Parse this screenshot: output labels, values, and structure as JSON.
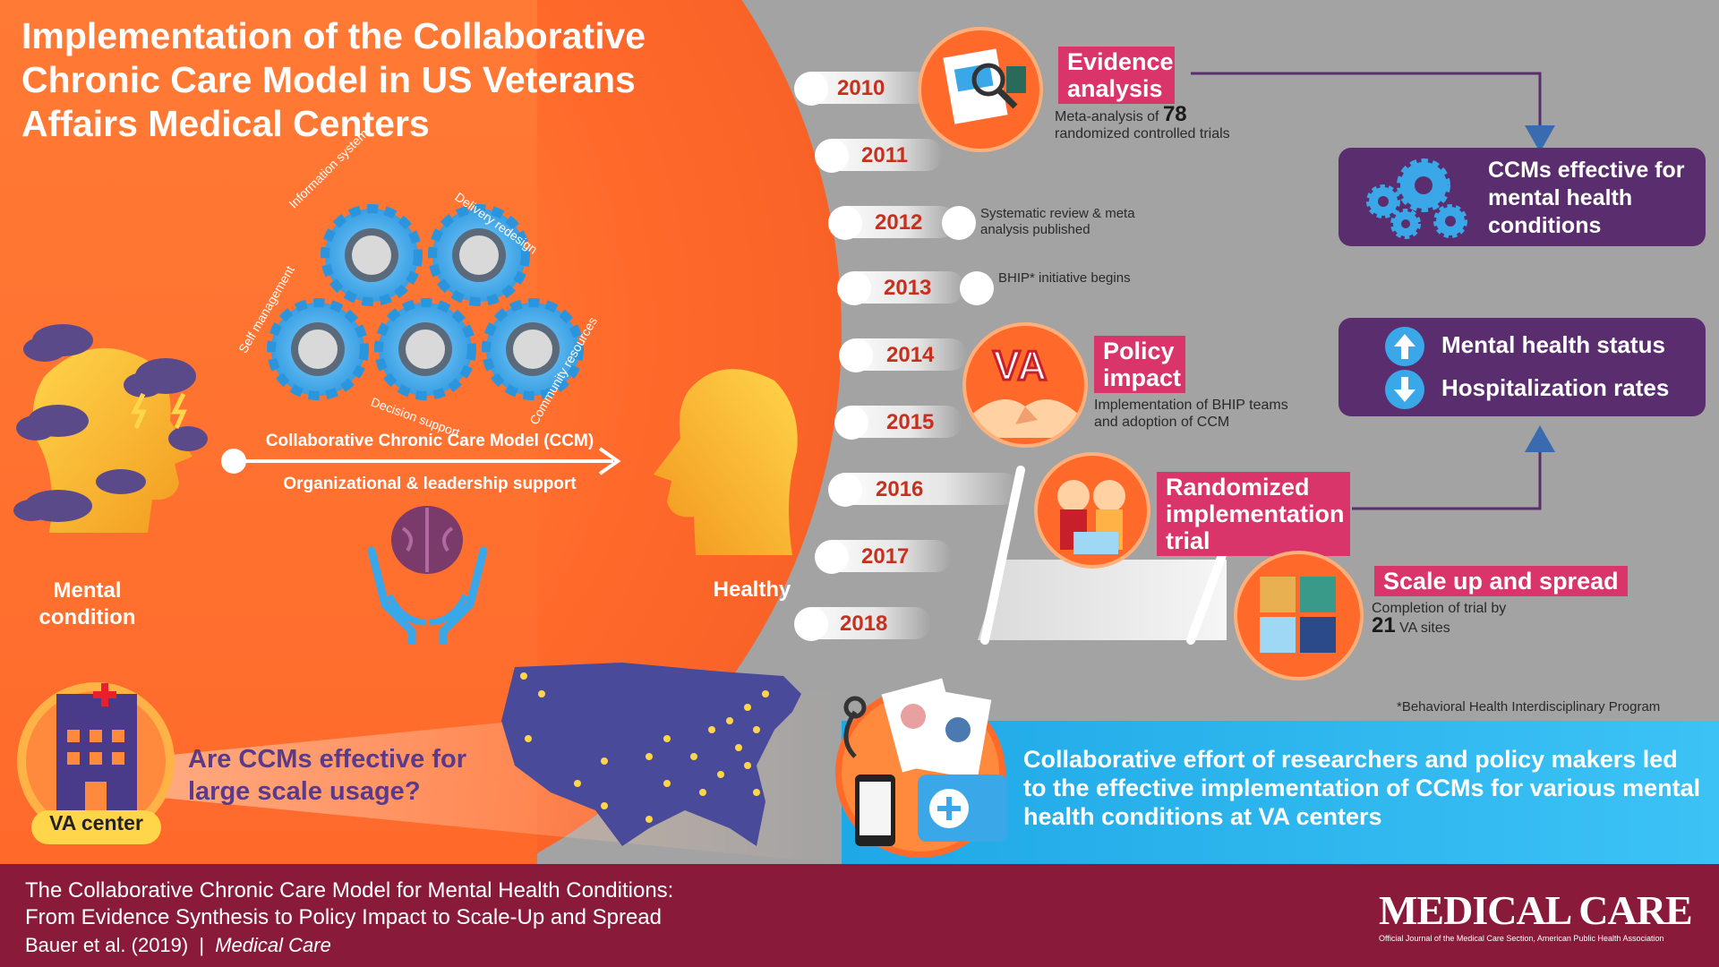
{
  "title": "Implementation of the Collaborative Chronic Care Model in US Veterans Affairs Medical Centers",
  "left": {
    "mental_condition": "Mental condition",
    "healthy": "Healthy",
    "ccm_label": "Collaborative Chronic Care Model (CCM)",
    "support_label": "Organizational & leadership support",
    "gears": [
      "Information system",
      "Delivery redesign",
      "Self management",
      "Decision support",
      "Community resources"
    ],
    "va_center": "VA center",
    "question": "Are CCMs effective for large scale usage?"
  },
  "timeline": {
    "years": [
      "2010",
      "2011",
      "2012",
      "2013",
      "2014",
      "2015",
      "2016",
      "2017",
      "2018"
    ],
    "evidence": {
      "label": "Evidence analysis",
      "desc_prefix": "Meta-analysis of",
      "count": "78",
      "desc_suffix": "randomized controlled trials"
    },
    "review": "Systematic review & meta analysis published",
    "bhip": "BHIP* initiative begins",
    "policy": {
      "label": "Policy impact",
      "desc": "Implementation of BHIP teams and adoption of CCM"
    },
    "trial": {
      "label": "Randomized implementation trial"
    },
    "scale": {
      "label": "Scale up and spread",
      "desc_prefix": "Completion of trial by",
      "count": "21",
      "desc_suffix": "VA sites"
    }
  },
  "outcomes": {
    "effective": "CCMs effective for mental health conditions",
    "status": "Mental health status",
    "hospital": "Hospitalization rates"
  },
  "footnote": "*Behavioral Health Interdisciplinary Program",
  "conclusion": "Collaborative effort of researchers and policy makers led to the effective implementation of CCMs for various mental health conditions at VA centers",
  "citation": {
    "line1": "The Collaborative Chronic Care Model for Mental Health Conditions:",
    "line2": "From Evidence Synthesis to Policy Impact to Scale-Up and Spread",
    "author": "Bauer et al. (2019)",
    "journal": "Medical Care"
  },
  "logo": {
    "name": "MEDICAL CARE",
    "subtitle": "Official Journal of the Medical Care Section, American Public Health Association"
  },
  "icons": {
    "va": "VA"
  },
  "colors": {
    "orange": "#ff6a2b",
    "pink": "#d9356b",
    "purple": "#5a2e6e",
    "blue": "#1ea8e6",
    "maroon": "#8a1a3a",
    "gear_blue": "#3aa8e8"
  }
}
